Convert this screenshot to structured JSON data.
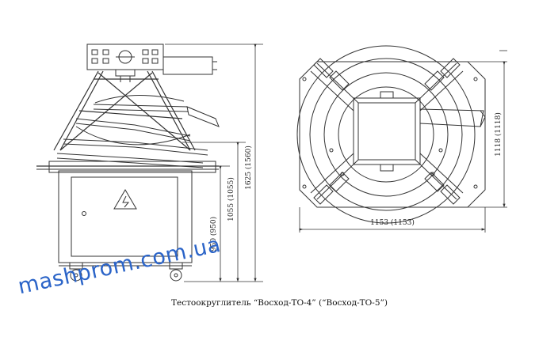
{
  "drawing": {
    "caption": "Тестоокруглитель “Восход-ТО-4” (“Восход-ТО-5”)",
    "watermark": "mashprom.com.ua",
    "dimensions": {
      "table_height": "950 (950)",
      "cone_height": "1055 (1055)",
      "total_height": "1625 (1560)",
      "plan_width": "1153 (1153)",
      "plan_depth": "1118 (1118)"
    }
  },
  "colors": {
    "line": "#333333",
    "watermark": "#2b64c8"
  }
}
